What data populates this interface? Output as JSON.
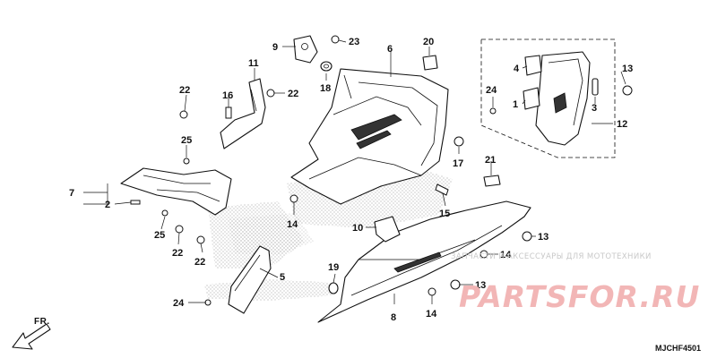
{
  "diagram": {
    "code": "MJCHF4501",
    "front_label": "FR.",
    "watermark_caption": "ЗАПЧАСТИ И АКСЕССУАРЫ ДЛЯ МОТОТЕХНИКИ",
    "watermark_logo": "PARTSFOR.RU",
    "callouts": [
      {
        "id": "c1",
        "label": "1"
      },
      {
        "id": "c2",
        "label": "2"
      },
      {
        "id": "c3",
        "label": "3"
      },
      {
        "id": "c4",
        "label": "4"
      },
      {
        "id": "c5",
        "label": "5"
      },
      {
        "id": "c6",
        "label": "6"
      },
      {
        "id": "c7",
        "label": "7"
      },
      {
        "id": "c8",
        "label": "8"
      },
      {
        "id": "c9",
        "label": "9"
      },
      {
        "id": "c10",
        "label": "10"
      },
      {
        "id": "c11",
        "label": "11"
      },
      {
        "id": "c12",
        "label": "12"
      },
      {
        "id": "c13a",
        "label": "13"
      },
      {
        "id": "c13b",
        "label": "13"
      },
      {
        "id": "c13c",
        "label": "13"
      },
      {
        "id": "c14a",
        "label": "14"
      },
      {
        "id": "c14b",
        "label": "14"
      },
      {
        "id": "c14c",
        "label": "14"
      },
      {
        "id": "c15",
        "label": "15"
      },
      {
        "id": "c16",
        "label": "16"
      },
      {
        "id": "c17",
        "label": "17"
      },
      {
        "id": "c18",
        "label": "18"
      },
      {
        "id": "c19",
        "label": "19"
      },
      {
        "id": "c20",
        "label": "20"
      },
      {
        "id": "c21",
        "label": "21"
      },
      {
        "id": "c22a",
        "label": "22"
      },
      {
        "id": "c22b",
        "label": "22"
      },
      {
        "id": "c22c",
        "label": "22"
      },
      {
        "id": "c22d",
        "label": "22"
      },
      {
        "id": "c23",
        "label": "23"
      },
      {
        "id": "c24a",
        "label": "24"
      },
      {
        "id": "c24b",
        "label": "24"
      },
      {
        "id": "c25a",
        "label": "25"
      },
      {
        "id": "c25b",
        "label": "25"
      }
    ]
  }
}
